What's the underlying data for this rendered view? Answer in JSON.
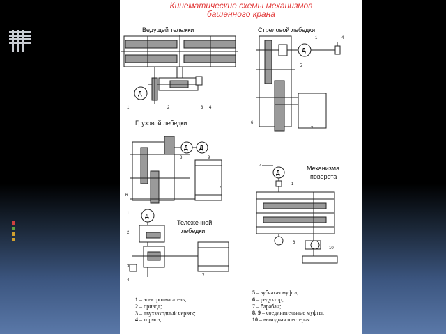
{
  "slide": {
    "title_line1": "Кинематические схемы механизмов",
    "title_line2": "башенного крана"
  },
  "captions": {
    "trolley_drive": "Ведущей тележки",
    "boom_winch": "Стреловой лебедки",
    "hoist_winch": "Грузовой лебедки",
    "slewing_line1": "Механизма",
    "slewing_line2": "поворота",
    "trolley_winch_line1": "Тележечной",
    "trolley_winch_line2": "лебедки"
  },
  "motor_letter": "Д",
  "part_numbers": [
    "1",
    "2",
    "3",
    "4",
    "5",
    "6",
    "7",
    "8",
    "9",
    "10"
  ],
  "legend_left": [
    {
      "num": "1",
      "text": " – электродвигатель;"
    },
    {
      "num": "2",
      "text": " – привод;"
    },
    {
      "num": "3",
      "text": " – двухзаходный червяк;"
    },
    {
      "num": "4",
      "text": " – тормоз;"
    }
  ],
  "legend_right": [
    {
      "num": "5",
      "text": " – зубчатая  муфта;"
    },
    {
      "num": "6",
      "text": " – редуктор;"
    },
    {
      "num": "7",
      "text": " – барабан;"
    },
    {
      "num": "8, 9",
      "text": " – соединительные  муфты;"
    },
    {
      "num": "10",
      "text": " – выходная  шестерня"
    }
  ],
  "colors": {
    "title": "#e23a3a",
    "page": "#ffffff",
    "slide_background_top": "#000000",
    "slide_background_bottom": "#5a78a8",
    "gear_fill": "#9a9a9a",
    "line": "#222222"
  }
}
